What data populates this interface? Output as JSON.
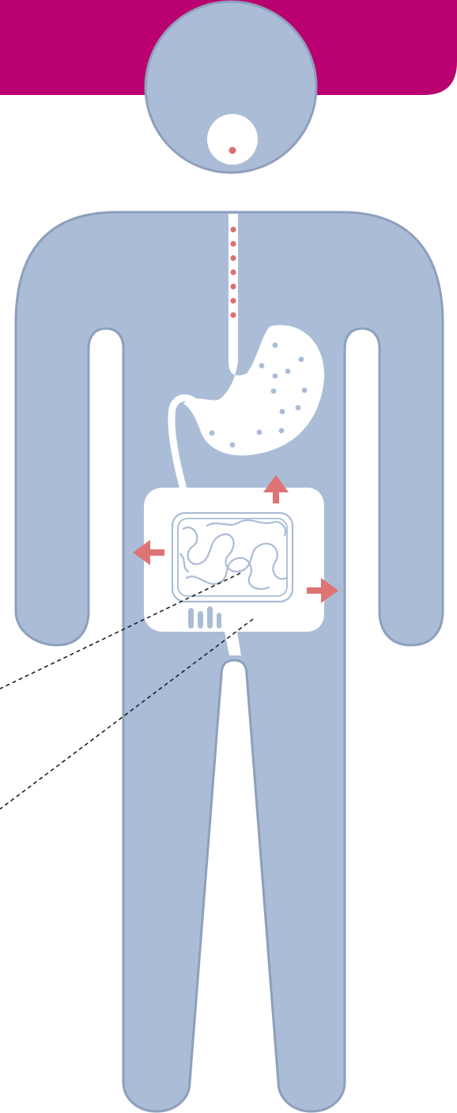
{
  "diagram": {
    "type": "human-digestive-system-illustration",
    "labels": [],
    "colors": {
      "banner": "#BA0070",
      "body_fill": "#AABCD6",
      "body_outline": "#8D9FBC",
      "organ_fill": "#FFFFFF",
      "food_dot": "#D97072",
      "stomach_dot": "#AABCD6",
      "arrow": "#DE7375",
      "leader_line": "#222222"
    },
    "icons": {
      "mouth": "mouth-icon",
      "esophagus": "esophagus-icon",
      "stomach": "stomach-icon",
      "small_intestine": "small-intestine-icon",
      "large_intestine": "large-intestine-icon",
      "absorption_arrow": "arrow-icon"
    },
    "arrows": {
      "count": 3,
      "directions": [
        "up",
        "left",
        "right"
      ]
    },
    "callout_lines": {
      "count": 2,
      "style": "dashed"
    }
  }
}
